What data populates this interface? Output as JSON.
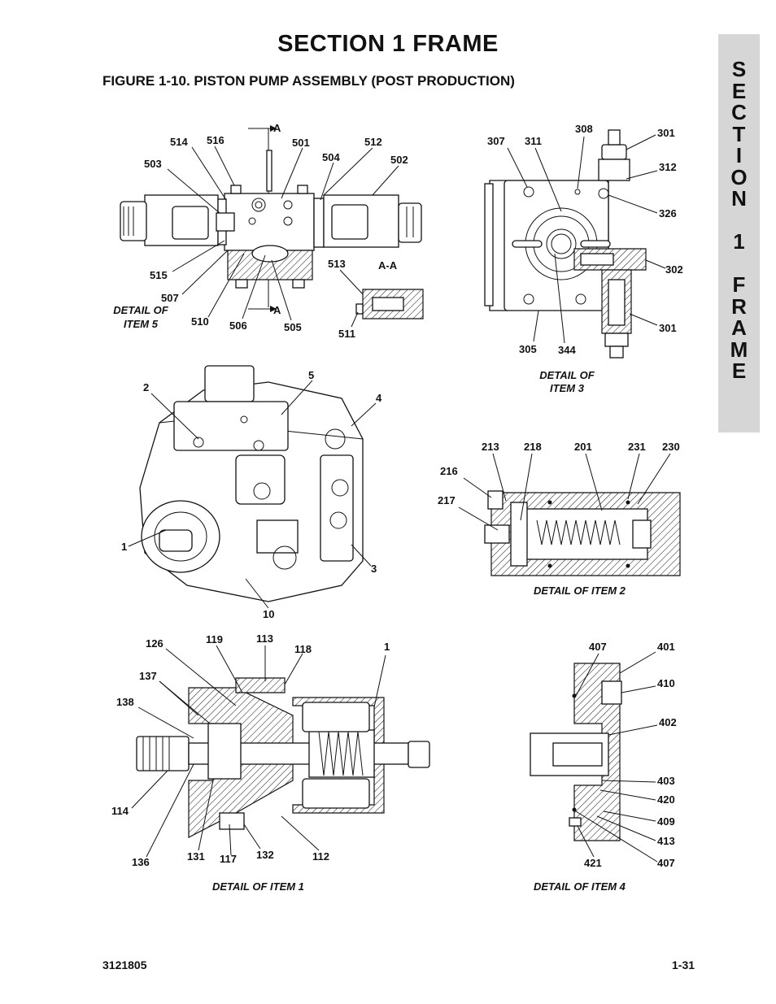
{
  "page": {
    "section_title": "SECTION 1  FRAME",
    "figure_title": "FIGURE 1-10.  PISTON PUMP ASSEMBLY (POST PRODUCTION)",
    "side_tab": [
      "S",
      "E",
      "C",
      "T",
      "I",
      "O",
      "N",
      "",
      "1",
      "",
      "F",
      "R",
      "A",
      "M",
      "E"
    ],
    "doc_number": "3121805",
    "page_number": "1-31"
  },
  "detail5": {
    "caption": "DETAIL OF ITEM 5",
    "section_mark": "A",
    "section_view": "A-A",
    "labels": [
      "514",
      "516",
      "501",
      "504",
      "512",
      "502",
      "503",
      "515",
      "507",
      "510",
      "506",
      "505",
      "513",
      "511"
    ]
  },
  "detail3": {
    "caption": "DETAIL OF ITEM 3",
    "labels": [
      "307",
      "311",
      "308",
      "301",
      "312",
      "326",
      "302",
      "301",
      "305",
      "344"
    ]
  },
  "main": {
    "labels": [
      "2",
      "5",
      "4",
      "1",
      "3",
      "10"
    ]
  },
  "detail2": {
    "caption": "DETAIL OF ITEM 2",
    "labels": [
      "213",
      "218",
      "201",
      "231",
      "230",
      "216",
      "217"
    ]
  },
  "detail1": {
    "caption": "DETAIL OF ITEM 1",
    "labels": [
      "126",
      "119",
      "113",
      "118",
      "1",
      "137",
      "138",
      "114",
      "136",
      "131",
      "117",
      "132",
      "112"
    ]
  },
  "detail4": {
    "caption": "DETAIL OF ITEM 4",
    "labels": [
      "407",
      "401",
      "410",
      "402",
      "403",
      "420",
      "409",
      "413",
      "421",
      "407"
    ]
  }
}
